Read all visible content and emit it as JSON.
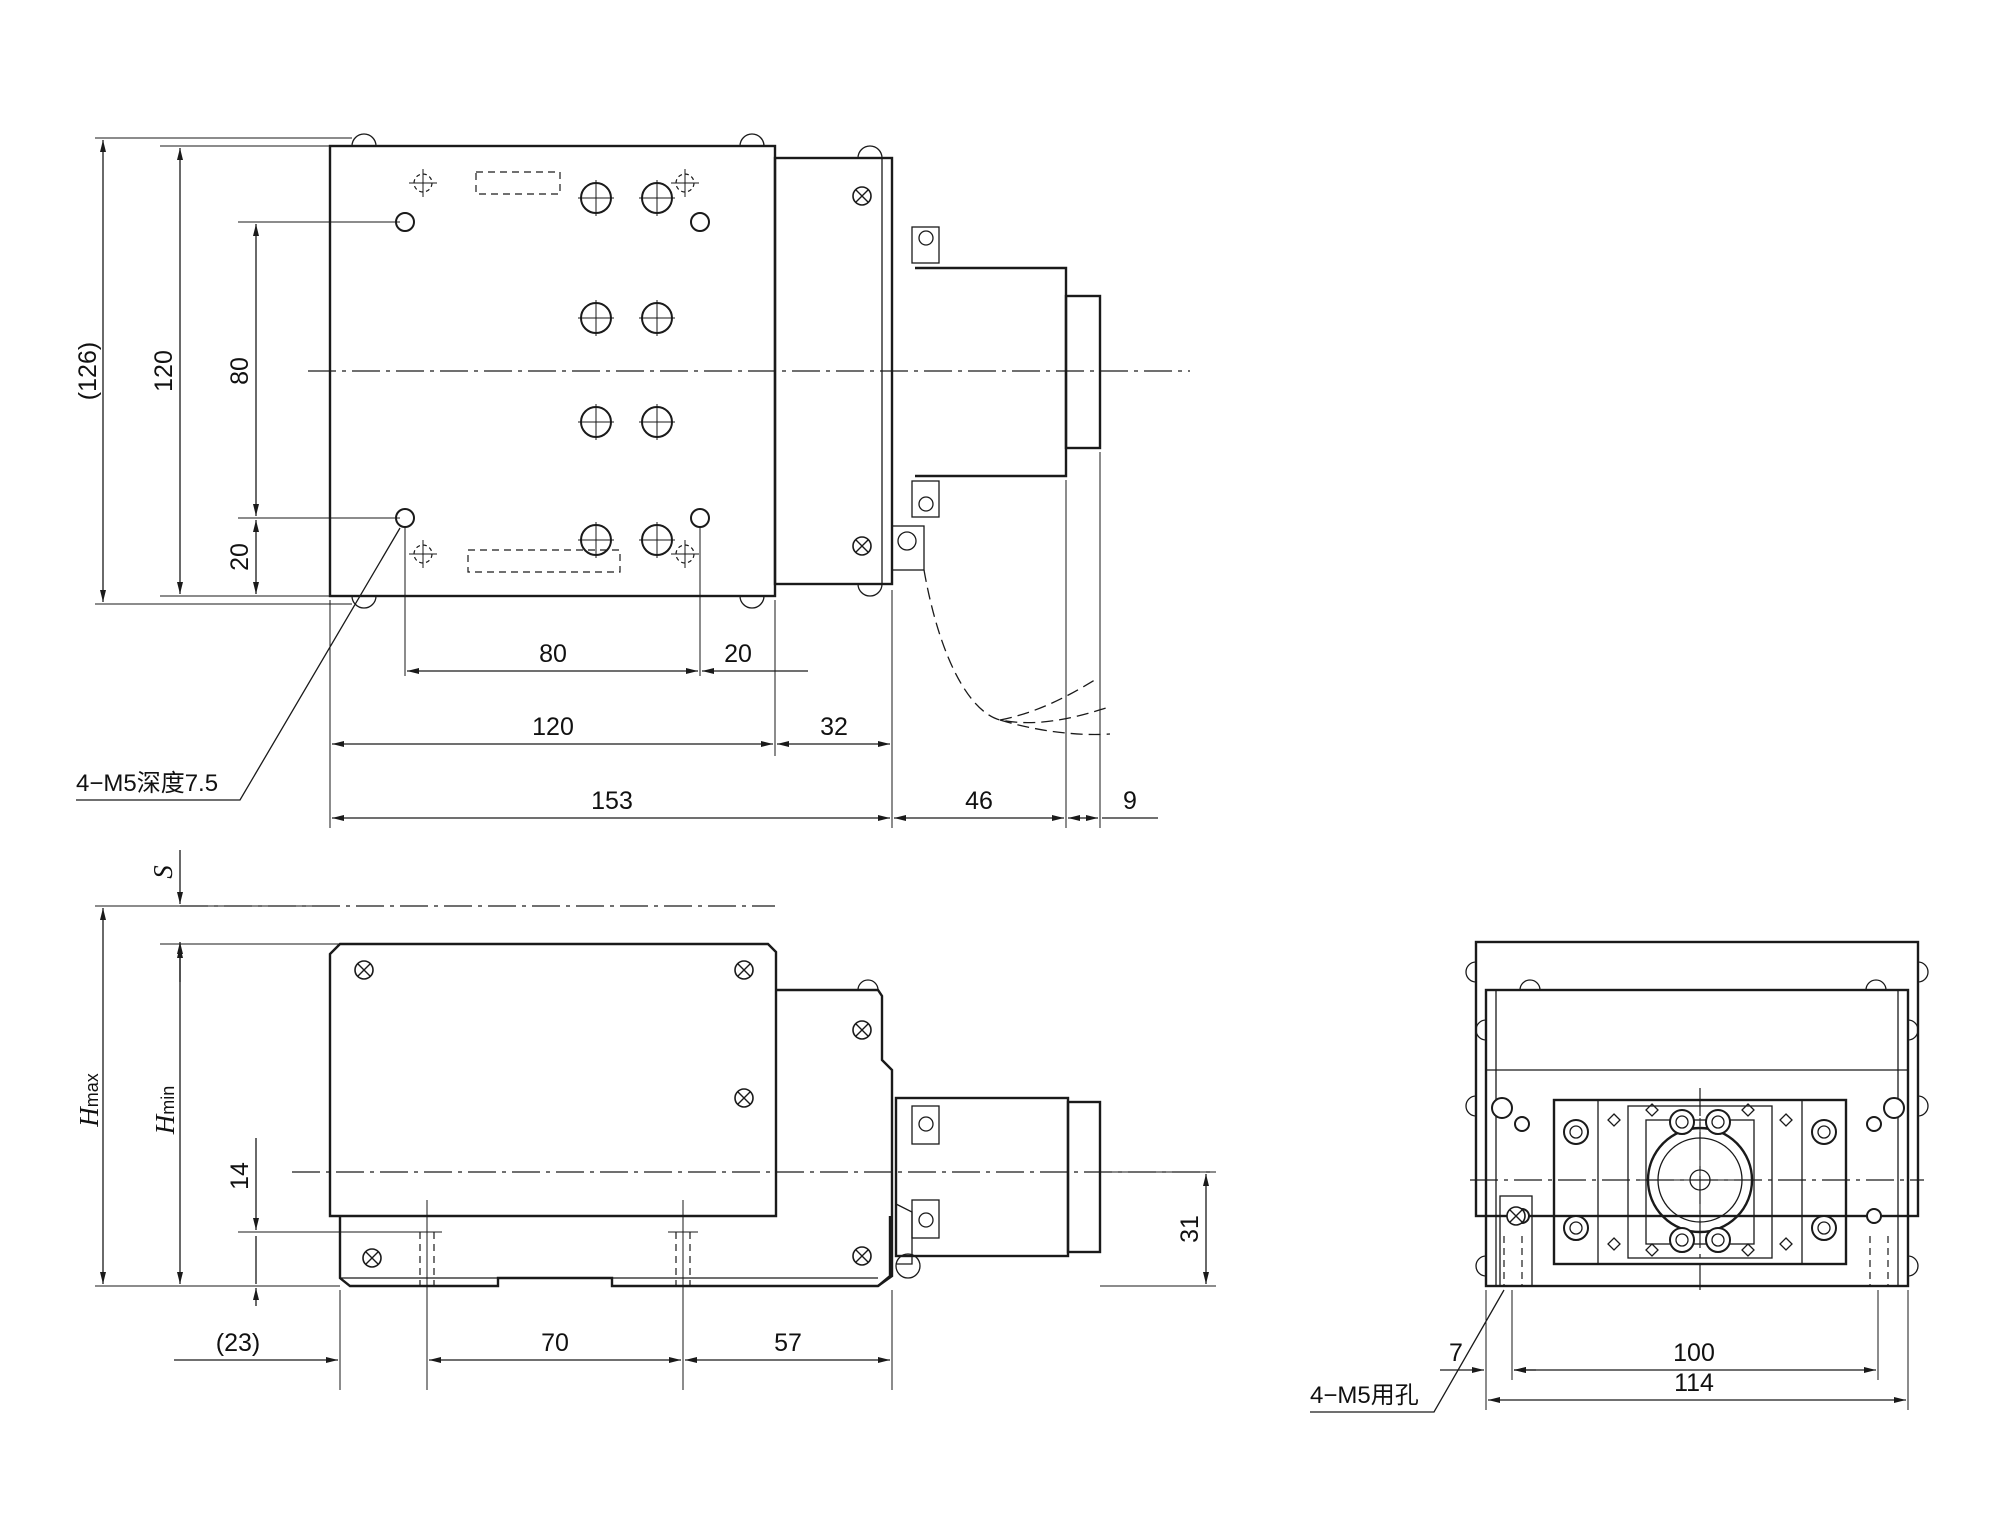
{
  "top_view": {
    "dims": {
      "d126": "(126)",
      "d120_v": "120",
      "d80_v": "80",
      "d20_v": "20",
      "d80_h": "80",
      "d20_h": "20",
      "d120_h": "120",
      "d32": "32",
      "d153": "153",
      "d46": "46",
      "d9": "9"
    },
    "note": "4−M5深度7.5"
  },
  "side_view": {
    "dims": {
      "s": "S",
      "hmax_main": "H",
      "hmax_sub": "max",
      "hmin_main": "H",
      "hmin_sub": "min",
      "d14": "14",
      "d31": "31",
      "d23": "(23)",
      "d70": "70",
      "d57": "57"
    }
  },
  "end_view": {
    "dims": {
      "d7": "7",
      "d100": "100",
      "d114": "114"
    },
    "note": "4−M5用孔"
  }
}
